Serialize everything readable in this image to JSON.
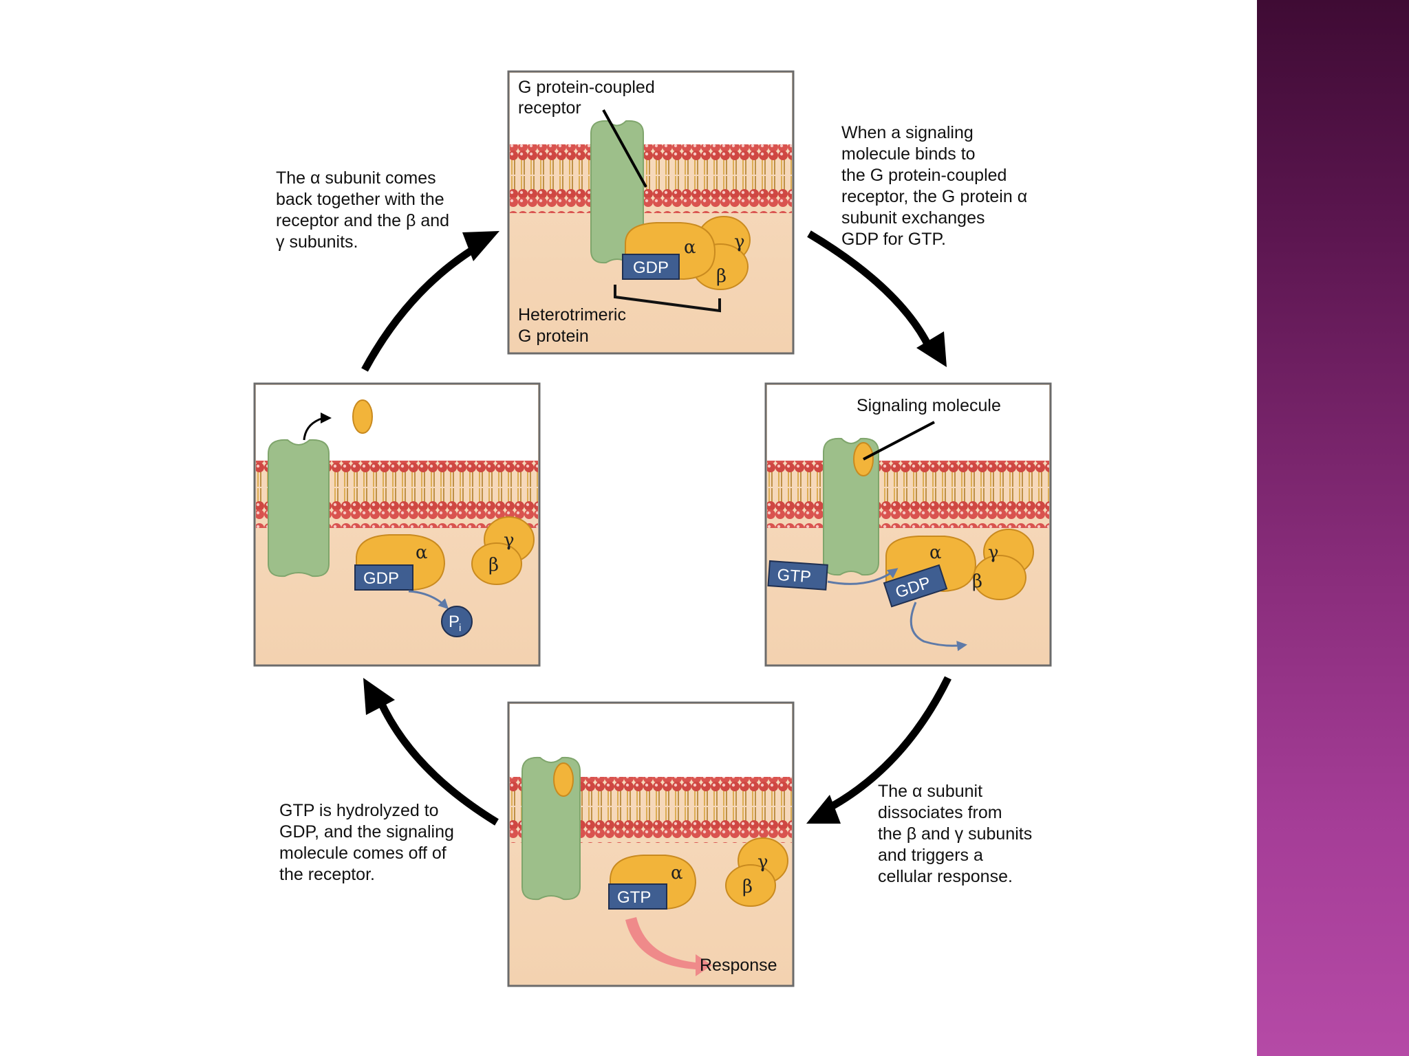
{
  "colors": {
    "sidebar_top": "#3f0b34",
    "sidebar_bottom": "#b54aa6",
    "cytoplasm": "#f6d8b8",
    "receptor": "#9dbf8a",
    "g_protein": "#f2b43a",
    "nucleotide": "#3f5e91",
    "lipid_head": "#d9534f",
    "arrow": "#000000",
    "response_arrow": "#ef8a8a"
  },
  "icons": [
    "signaling-molecule-icon",
    "g-protein-receptor-icon",
    "phosphate-icon",
    "cycle-arrow-icon"
  ],
  "greek": {
    "alpha": "α",
    "beta": "β",
    "gamma": "γ"
  },
  "captions": {
    "top_left": "The α subunit comes\nback together with the\nreceptor and the β and\nγ subunits.",
    "top_right": "When a signaling\nmolecule binds to\nthe G protein-coupled\nreceptor, the G protein α\nsubunit exchanges\nGDP for GTP.",
    "bottom_right": "The α subunit\ndissociates from\nthe β and γ subunits\nand triggers a\ncellular response.",
    "bottom_left": "GTP is hydrolyzed to\nGDP, and the signaling\nmolecule comes off of\nthe receptor."
  },
  "panels": {
    "top": {
      "receptor_label_1": "G protein-coupled",
      "receptor_label_2": "receptor",
      "gprotein_label_1": "Heterotrimeric",
      "gprotein_label_2": "G protein",
      "nucleotide": "GDP"
    },
    "right": {
      "signal_label": "Signaling molecule",
      "incoming": "GTP",
      "outgoing": "GDP"
    },
    "bottom": {
      "nucleotide": "GTP",
      "response_label": "Response"
    },
    "left": {
      "nucleotide": "GDP",
      "phosphate": "P",
      "phosphate_sub": "i"
    }
  }
}
